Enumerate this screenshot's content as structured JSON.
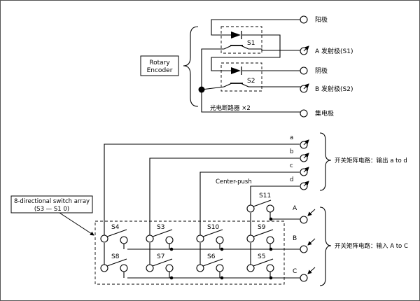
{
  "encoder": {
    "label_line1": "Rotary",
    "label_line2": "Encoder",
    "switch1": "S1",
    "switch2": "S2",
    "photo_note": "光电断路器 ×2",
    "pins": [
      "阳极",
      "A 发射极(S1)",
      "阴极",
      "B 发射极(S2)",
      "集电极"
    ]
  },
  "matrix": {
    "array_label_line1": "8-directional switch array",
    "array_label_line2": "(S3 — S1 0)",
    "center_push": "Center-push",
    "outputs": [
      "a",
      "b",
      "c",
      "d"
    ],
    "inputs": [
      "A",
      "B",
      "C"
    ],
    "output_desc": "开关矩阵电路：输出 a to d",
    "input_desc": "开关矩阵电路：输入 A to C",
    "switches": {
      "s11": "S11",
      "top_row": [
        "S4",
        "S3",
        "S10",
        "S9"
      ],
      "bottom_row": [
        "S8",
        "S7",
        "S6",
        "S5"
      ]
    }
  }
}
